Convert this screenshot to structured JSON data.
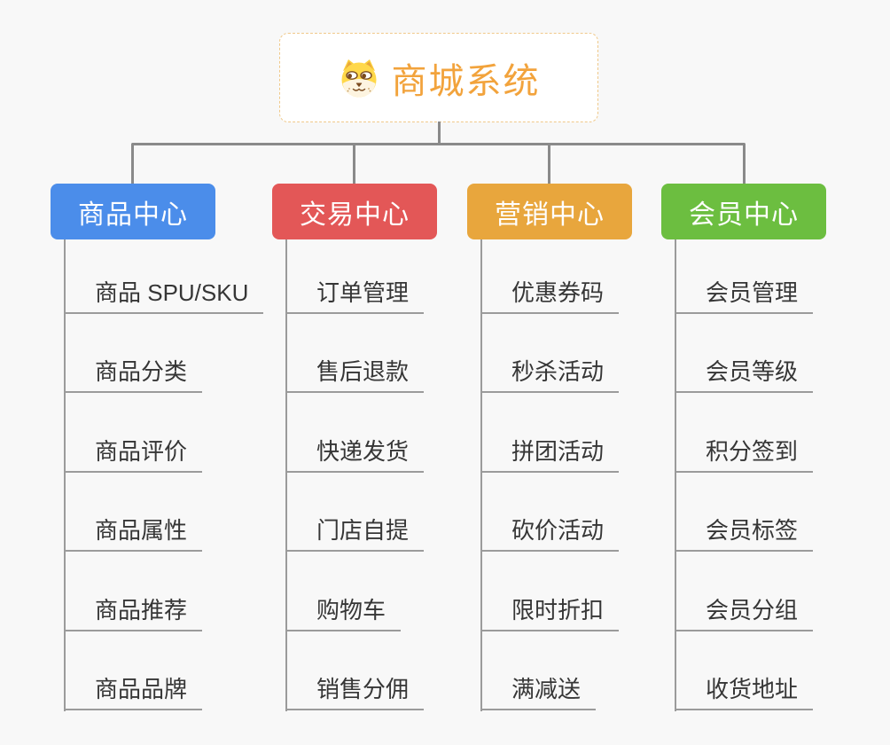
{
  "canvas": {
    "background_color": "#F8F8F8",
    "connector_color": "#8A8A8A",
    "branch_line_color": "#9B9B9B"
  },
  "root": {
    "title": "商城系统",
    "icon": "shiba-dog-face",
    "title_color": "#F2A33C",
    "border_color": "#F0C98A"
  },
  "branches": [
    {
      "label": "商品中心",
      "color": "#4B8DEA",
      "items": [
        "商品 SPU/SKU",
        "商品分类",
        "商品评价",
        "商品属性",
        "商品推荐",
        "商品品牌"
      ]
    },
    {
      "label": "交易中心",
      "color": "#E35757",
      "items": [
        "订单管理",
        "售后退款",
        "快递发货",
        "门店自提",
        "购物车",
        "销售分佣"
      ]
    },
    {
      "label": "营销中心",
      "color": "#E8A63D",
      "items": [
        "优惠券码",
        "秒杀活动",
        "拼团活动",
        "砍价活动",
        "限时折扣",
        "满减送"
      ]
    },
    {
      "label": "会员中心",
      "color": "#6CBE40",
      "items": [
        "会员管理",
        "会员等级",
        "积分签到",
        "会员标签",
        "会员分组",
        "收货地址"
      ]
    }
  ]
}
